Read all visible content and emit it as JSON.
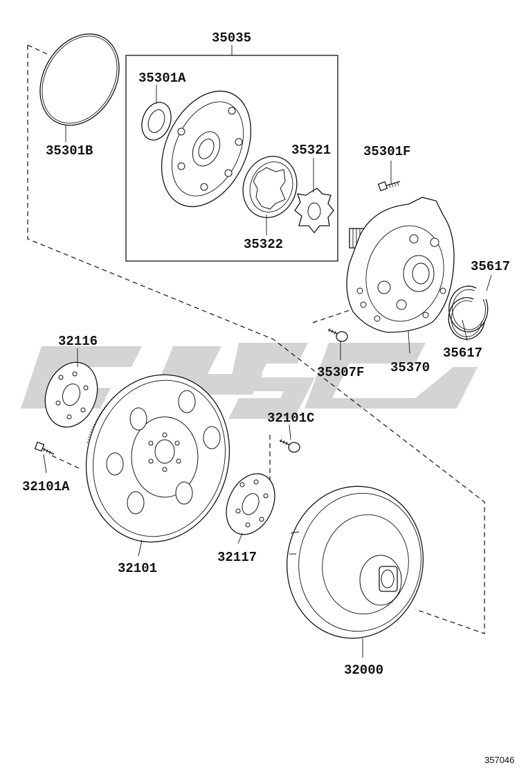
{
  "diagram": {
    "reference_number": "357046",
    "watermark": "shape-logo",
    "parts": [
      {
        "id": "oring",
        "label": "35301B"
      },
      {
        "id": "pump-kit",
        "label": "35035"
      },
      {
        "id": "oil-seal",
        "label": "35301A"
      },
      {
        "id": "driven-gear",
        "label": "35321"
      },
      {
        "id": "drive-gear",
        "label": "35322"
      },
      {
        "id": "pump-bolt",
        "label": "35301F"
      },
      {
        "id": "seal-ring-upper",
        "label": "35617"
      },
      {
        "id": "seal-ring-lower",
        "label": "35617"
      },
      {
        "id": "stator-shaft",
        "label": "35370"
      },
      {
        "id": "pump-screw",
        "label": "35307F"
      },
      {
        "id": "front-spacer",
        "label": "32116"
      },
      {
        "id": "flywheel-bolt",
        "label": "32101A"
      },
      {
        "id": "drive-plate",
        "label": "32101"
      },
      {
        "id": "rear-spacer",
        "label": "32117"
      },
      {
        "id": "plate-bolt",
        "label": "32101C"
      },
      {
        "id": "torque-converter",
        "label": "32000"
      }
    ]
  }
}
